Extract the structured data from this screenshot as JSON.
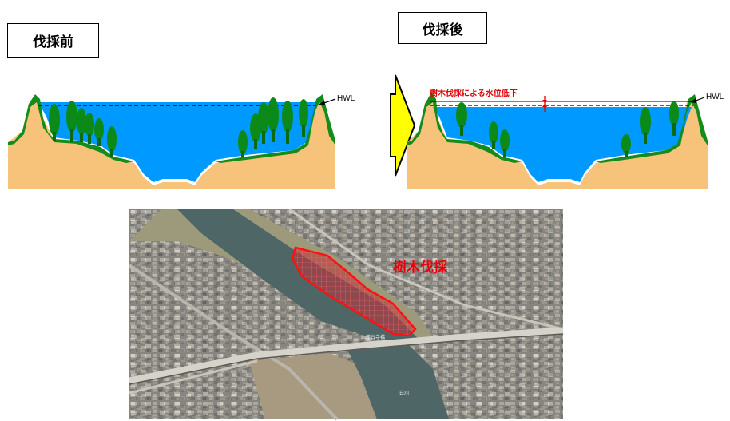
{
  "before": {
    "label": "伐採前",
    "hwl_label": "HWL"
  },
  "after": {
    "label": "伐採後",
    "hwl_label": "HWL",
    "annotation": "樹木伐採による水位低下"
  },
  "photo": {
    "area_label": "樹木伐採",
    "bridge_label": "蓮台寺橋",
    "river_label": "白川"
  },
  "colors": {
    "water": "#0099ff",
    "ground": "#f7c27a",
    "bank": "#e0b06a",
    "tree": "#0b8a1a",
    "arrow": "#ffff00",
    "highlight": "#e8000a"
  }
}
